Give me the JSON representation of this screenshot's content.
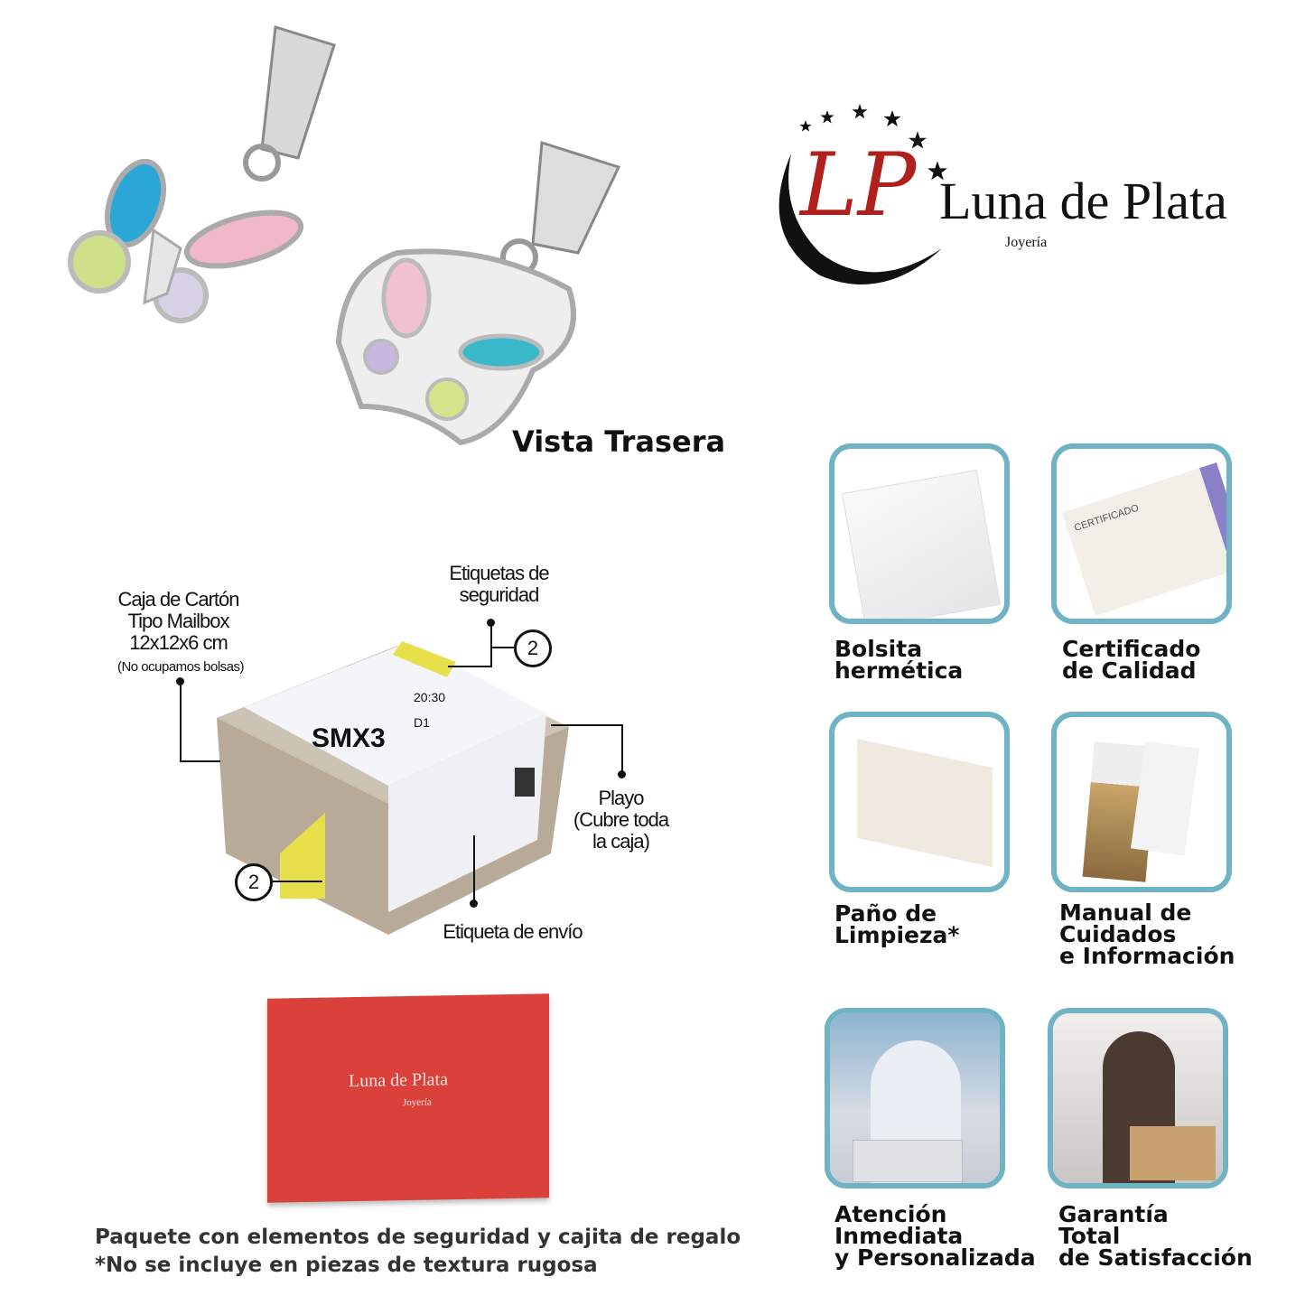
{
  "product": {
    "back_view_label": "Vista Trasera"
  },
  "logo": {
    "brand": "Luna de Plata",
    "subtitle": "Joyería",
    "initials": "LP"
  },
  "package": {
    "box_label": "Caja de Cartón\nTipo Mailbox\n12x12x6 cm",
    "box_note": "(No ocupamos bolsas)",
    "security_labels": "Etiquetas de\nseguridad",
    "security_count_top": "2",
    "security_count_bottom": "2",
    "wrap_label": "Playo\n(Cubre toda\nla caja)",
    "shipping_label": "Etiqueta de envío",
    "label_code": "SMX3",
    "label_time": "20:30",
    "label_route": "D1"
  },
  "gift_box": {
    "brand": "Luna de Plata",
    "subtitle": "Joyería"
  },
  "features": [
    {
      "label": "Bolsita\nhermética"
    },
    {
      "label": "Certificado\nde Calidad",
      "image_text": "CERTIFICADO"
    },
    {
      "label": "Paño de\nLimpieza*"
    },
    {
      "label": "Manual de\nCuidados\ne Información"
    },
    {
      "label": "Atención\nInmediata\ny Personalizada"
    },
    {
      "label": "Garantía\nTotal\nde Satisfacción"
    }
  ],
  "footer": {
    "line1": "Paquete con elementos de seguridad y cajita de regalo",
    "line2": "*No se incluye en piezas de textura rugosa"
  },
  "colors": {
    "card_border": "#6fb3c4",
    "brand_red": "#b0201c",
    "gift_box": "#d9413a"
  }
}
